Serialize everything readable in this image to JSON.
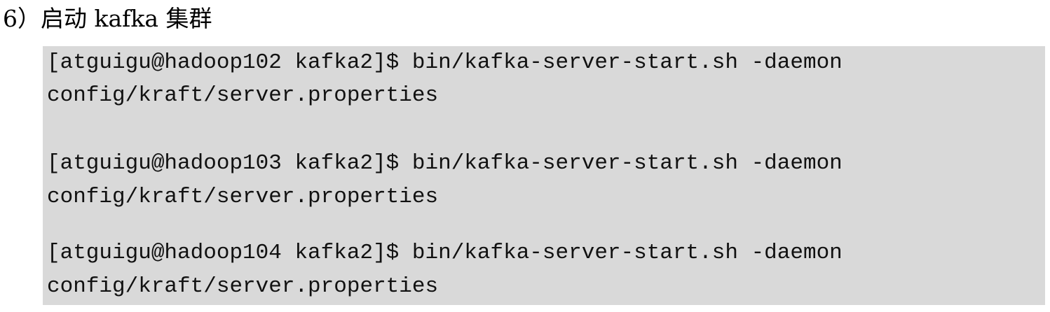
{
  "heading": {
    "text": "6）启动 kafka 集群"
  },
  "code_block": {
    "lines": [
      "[atguigu@hadoop102 kafka2]$ bin/kafka-server-start.sh -daemon",
      "config/kraft/server.properties",
      "",
      "[atguigu@hadoop103 kafka2]$ bin/kafka-server-start.sh -daemon",
      "config/kraft/server.properties",
      "[atguigu@hadoop104 kafka2]$ bin/kafka-server-start.sh -daemon",
      "config/kraft/server.properties"
    ]
  }
}
